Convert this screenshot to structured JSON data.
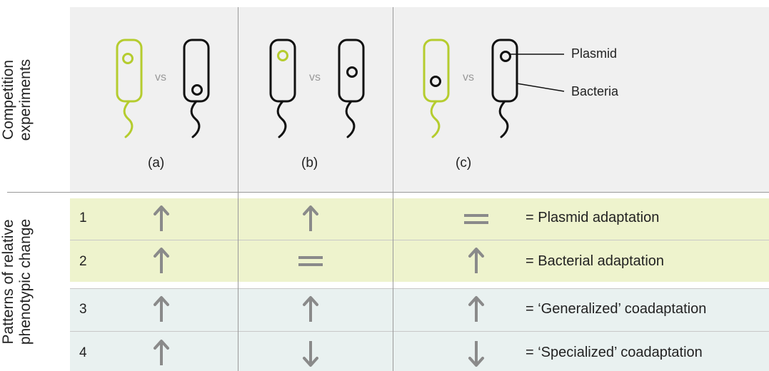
{
  "row_labels": {
    "top": [
      "Competition",
      "experiments"
    ],
    "bottom": [
      "Patterns of relative",
      "phenotypic change"
    ]
  },
  "experiments": [
    {
      "label": "(a)",
      "vs": "vs"
    },
    {
      "label": "(b)",
      "vs": "vs"
    },
    {
      "label": "(c)",
      "vs": "vs"
    }
  ],
  "annotations": {
    "plasmid": "Plasmid",
    "bacteria": "Bacteria"
  },
  "patterns": [
    {
      "num": "1",
      "a": "up",
      "b": "up",
      "c": "equal",
      "desc": "= Plasmid adaptation",
      "color": "#eef3cd"
    },
    {
      "num": "2",
      "a": "up",
      "b": "equal",
      "c": "up",
      "desc": "= Bacterial adaptation",
      "color": "#eef3cd"
    },
    {
      "num": "3",
      "a": "up",
      "b": "up",
      "c": "up",
      "desc": "= ‘Generalized’ coadaptation",
      "color": "#e9f1f0"
    },
    {
      "num": "4",
      "a": "up",
      "b": "down",
      "c": "down",
      "desc": "= ‘Specialized’ coadaptation",
      "color": "#e9f1f0"
    }
  ],
  "colors": {
    "highlight": "#b5cc2e",
    "default": "#111111",
    "arrow": "#8a8a8a",
    "panel": "#f0f0f0"
  }
}
